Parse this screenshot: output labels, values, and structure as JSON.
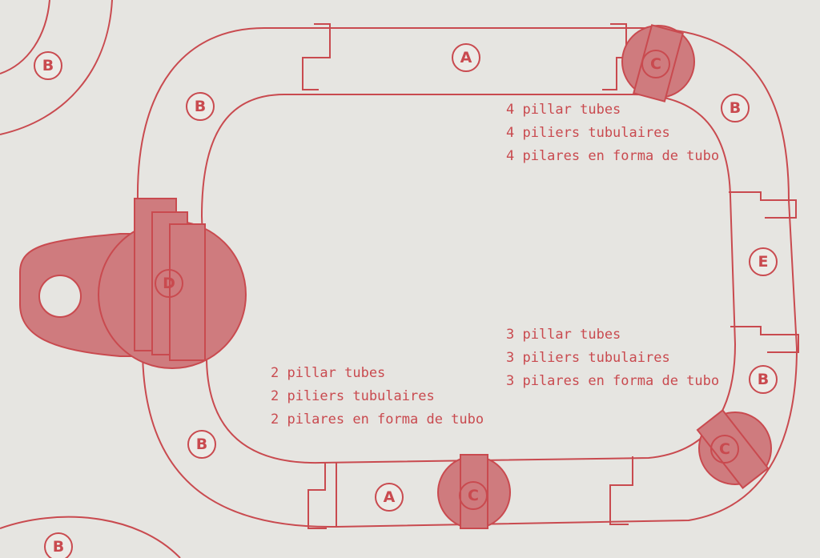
{
  "piece_labels": {
    "b_top_left": "B",
    "b_left_upper": "B",
    "b_left_lower": "B",
    "b_bottom_left": "B",
    "b_right_upper": "B",
    "b_right_lower": "B",
    "a_top": "A",
    "a_bottom": "A",
    "c_top_right": "C",
    "c_bottom": "C",
    "c_bottom_right": "C",
    "d_left": "D",
    "e_right": "E"
  },
  "notes": {
    "four": [
      "4 pillar tubes",
      "4 piliers tubulaires",
      "4 pilares en forma de tubo"
    ],
    "three": [
      "3 pillar tubes",
      "3 piliers tubulaires",
      "3 pilares en forma de tubo"
    ],
    "two": [
      "2 pillar tubes",
      "2 piliers tubulaires",
      "2 pilares en forma de tubo"
    ]
  },
  "colors": {
    "ink": "#c94a4f",
    "fill": "#cf7b7e",
    "paper": "#d9d7d2"
  }
}
